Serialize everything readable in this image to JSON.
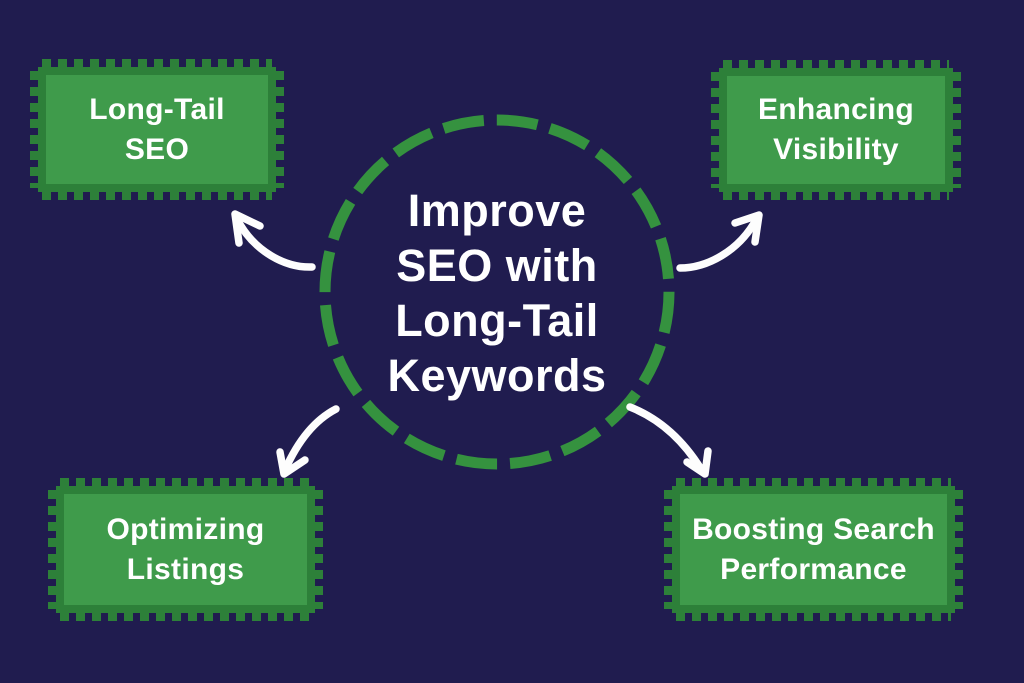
{
  "colors": {
    "background": "#201c4f",
    "stamp_fill": "#3f9b4b",
    "stamp_border": "#2d8039",
    "circle_dash": "#35923f",
    "text": "#ffffff",
    "arrow": "#fdfdfd"
  },
  "center": {
    "lines": [
      "Improve",
      "SEO with",
      "Long-Tail",
      "Keywords"
    ]
  },
  "boxes": [
    {
      "id": "long-tail-seo",
      "lines": [
        "Long-Tail",
        "SEO"
      ]
    },
    {
      "id": "enhancing-visibility",
      "lines": [
        "Enhancing",
        "Visibility"
      ]
    },
    {
      "id": "optimizing-listings",
      "lines": [
        "Optimizing",
        "Listings"
      ]
    },
    {
      "id": "boosting-search-performance",
      "lines": [
        "Boosting Search",
        "Performance"
      ]
    }
  ]
}
